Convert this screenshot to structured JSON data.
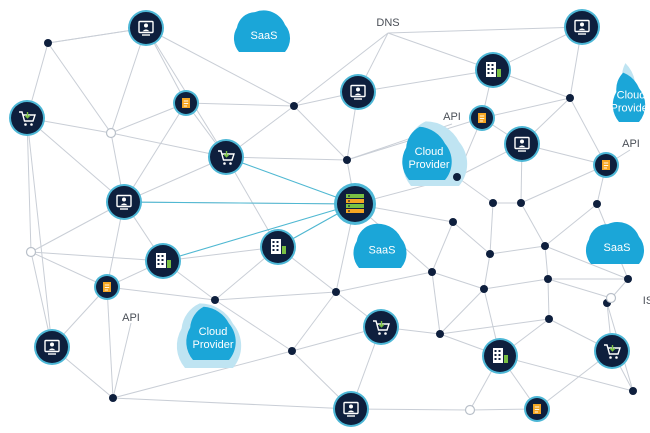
{
  "labels": {
    "dns": "DNS",
    "api_top": "API",
    "api_right": "API",
    "api_left": "API",
    "is_partial": "IS"
  },
  "clouds": {
    "saas_top": "SaaS",
    "saas_center": "SaaS",
    "saas_right": "SaaS",
    "cloud_provider_center": [
      "Cloud",
      "Provider"
    ],
    "cloud_provider_left": [
      "Cloud",
      "Provider"
    ],
    "cloud_provider_right": [
      "Cloud",
      "Provider"
    ]
  },
  "colors": {
    "node_dark": "#0e1f3d",
    "cloud_blue": "#1ba6d8",
    "cloud_light": "#bfe4f2",
    "ring_blue": "#4db7d6",
    "edge_gray": "#c9ced6",
    "edge_highlight": "#4fb8d2",
    "server_green": "#7ac143",
    "server_orange": "#f5a623"
  },
  "icons": [
    "monitor-user-icon",
    "shopping-cart-icon",
    "building-icon",
    "document-icon",
    "server-rack-icon",
    "cloud-icon"
  ]
}
